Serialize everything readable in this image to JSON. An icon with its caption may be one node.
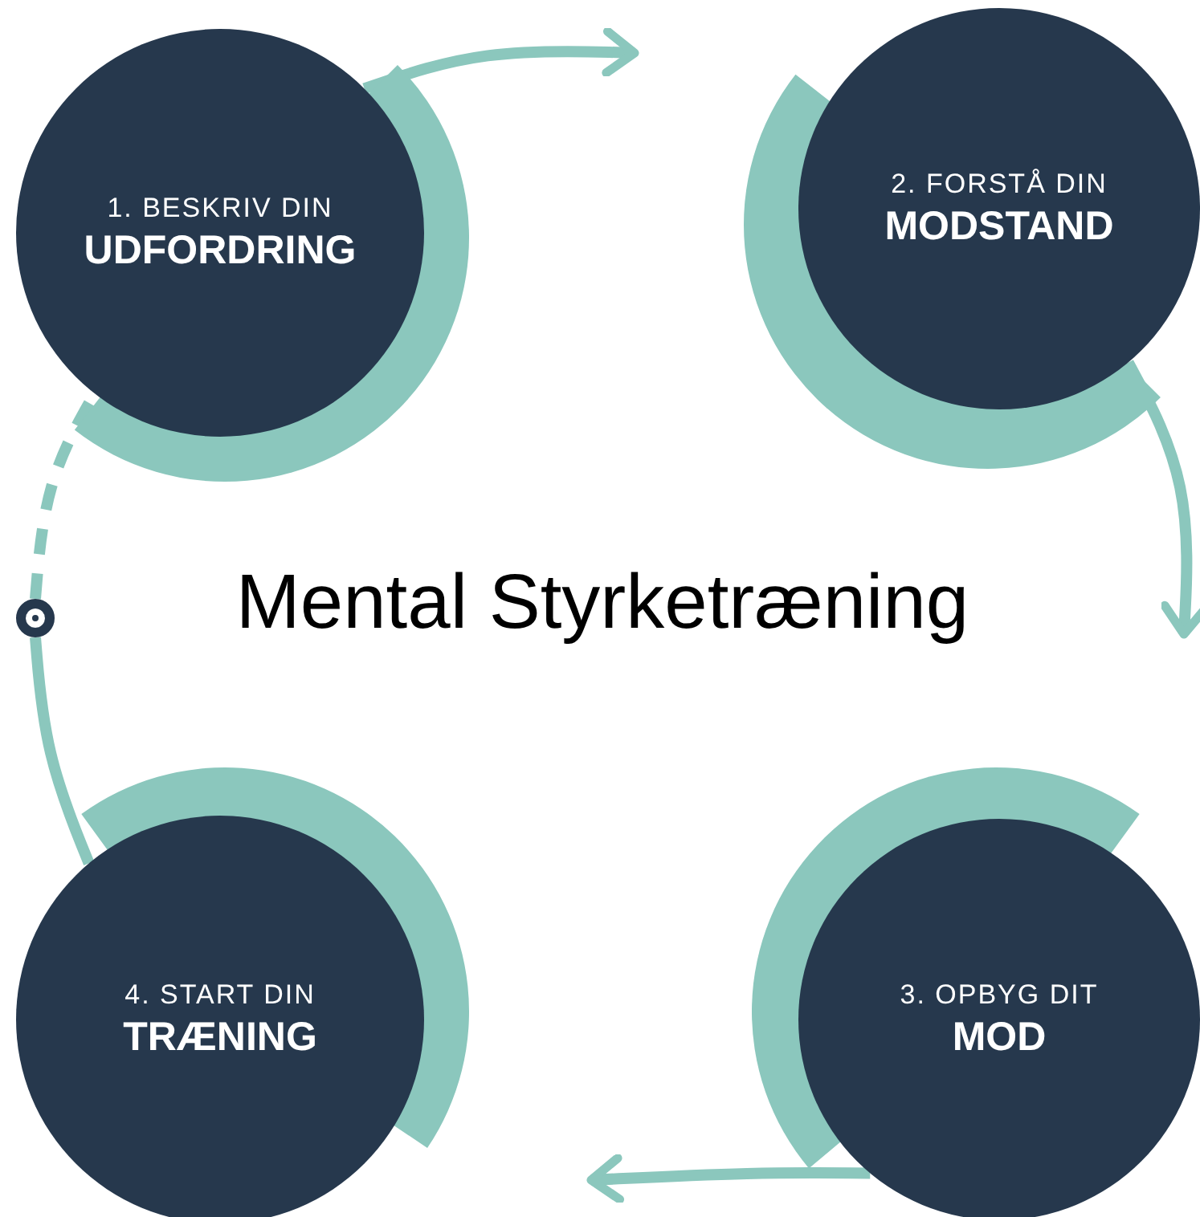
{
  "diagram": {
    "title": "Mental Styrketræning",
    "nodes": [
      {
        "text": [
          "1. BESKRIV DIN",
          "UDFORDRING"
        ]
      },
      {
        "text": [
          "2. FORSTÅ DIN",
          "MODSTAND"
        ]
      },
      {
        "text": [
          "3. OPBYG DIT",
          "MOD"
        ]
      },
      {
        "text": [
          "4. START DIN",
          "TRÆNING"
        ]
      },
      {
        "text": [],
        "shape": "circle"
      }
    ],
    "edges": [
      {
        "from": 0,
        "to": null,
        "arrow": "to"
      },
      {
        "from": 1,
        "to": null,
        "arrow": "to"
      },
      {
        "from": 2,
        "to": null,
        "arrow": "to"
      },
      {
        "from": 3,
        "to": 4,
        "arrow": "none"
      },
      {
        "from": 4,
        "to": 0,
        "arrow": "none",
        "style": "dashed"
      }
    ]
  }
}
